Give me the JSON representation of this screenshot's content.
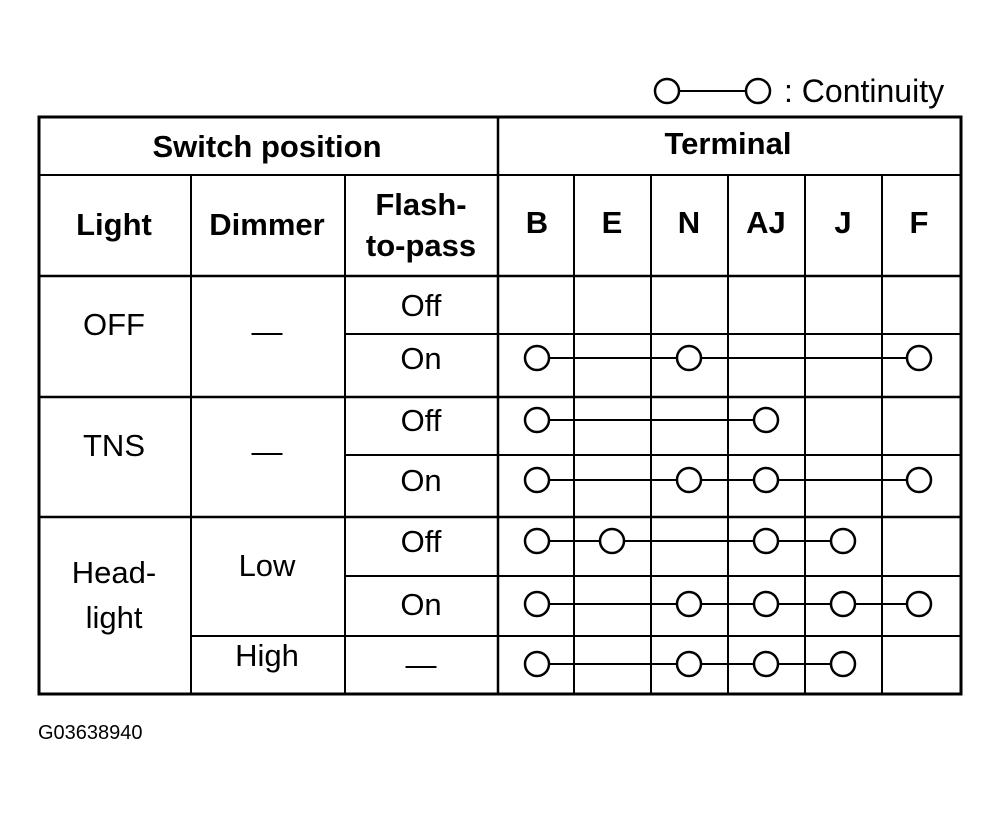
{
  "legend": {
    "symbol": "O—O",
    "text": ": Continuity"
  },
  "table": {
    "group_headers": {
      "switch_position": "Switch position",
      "terminal": "Terminal"
    },
    "column_headers": {
      "light": "Light",
      "dimmer": "Dimmer",
      "flash_line1": "Flash-",
      "flash_line2": "to-pass"
    },
    "terminals": [
      "B",
      "E",
      "N",
      "AJ",
      "J",
      "F"
    ],
    "light_groups": [
      {
        "lines": [
          "OFF"
        ]
      },
      {
        "lines": [
          "TNS"
        ]
      },
      {
        "lines": [
          "Head-",
          "light"
        ]
      }
    ],
    "dimmer_cells": [
      "—",
      "—",
      "Low",
      "High"
    ],
    "rows": [
      {
        "flash": "Off",
        "connected": []
      },
      {
        "flash": "On",
        "connected": [
          "B",
          "N",
          "F"
        ]
      },
      {
        "flash": "Off",
        "connected": [
          "B",
          "AJ"
        ]
      },
      {
        "flash": "On",
        "connected": [
          "B",
          "N",
          "AJ",
          "F"
        ]
      },
      {
        "flash": "Off",
        "connected": [
          "B",
          "E",
          "AJ",
          "J"
        ]
      },
      {
        "flash": "On",
        "connected": [
          "B",
          "N",
          "AJ",
          "J",
          "F"
        ]
      },
      {
        "flash": "—",
        "connected": [
          "B",
          "N",
          "AJ",
          "J"
        ]
      }
    ]
  },
  "figure_code": "G03638940"
}
